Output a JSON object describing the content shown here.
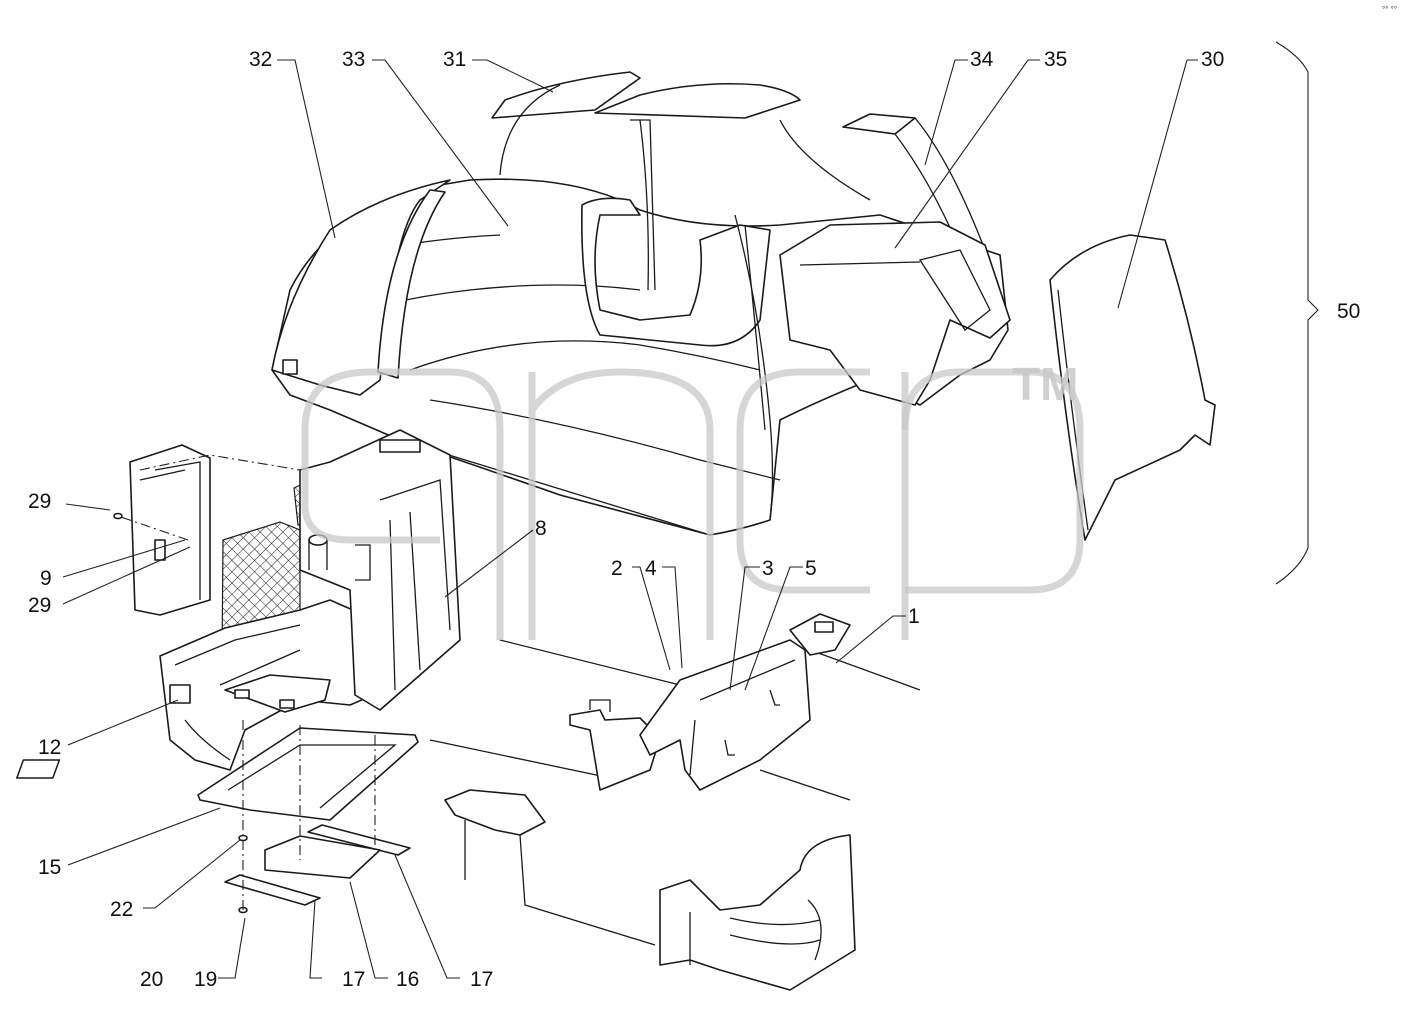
{
  "diagram": {
    "watermark_mark": "TM",
    "corner_mark": "°° °°",
    "callouts": {
      "c1": "1",
      "c2": "2",
      "c3": "3",
      "c4": "4",
      "c5": "5",
      "c8": "8",
      "c9": "9",
      "c12": "12",
      "c15": "15",
      "c16": "16",
      "c17a": "17",
      "c17b": "17",
      "c19": "19",
      "c20": "20",
      "c22": "22",
      "c29a": "29",
      "c29b": "29",
      "c30": "30",
      "c31": "31",
      "c32": "32",
      "c33": "33",
      "c34": "34",
      "c35": "35",
      "c50": "50"
    }
  }
}
